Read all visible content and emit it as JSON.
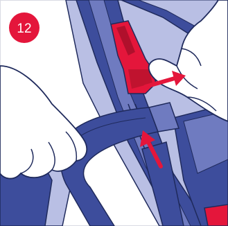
{
  "step": {
    "number": "12"
  },
  "colors": {
    "navy": "#3d4d9c",
    "navy_light": "#6f7bc0",
    "periwinkle": "#b9bfe4",
    "red": "#e4163b",
    "outline": "#1f2a5c",
    "frame": "#d9dbe3"
  },
  "illustration": {
    "icons": [
      "seat-frame",
      "harness-strap",
      "red-release-lever",
      "right-hand",
      "left-hand",
      "pull-arrow",
      "feed-arrow"
    ]
  }
}
